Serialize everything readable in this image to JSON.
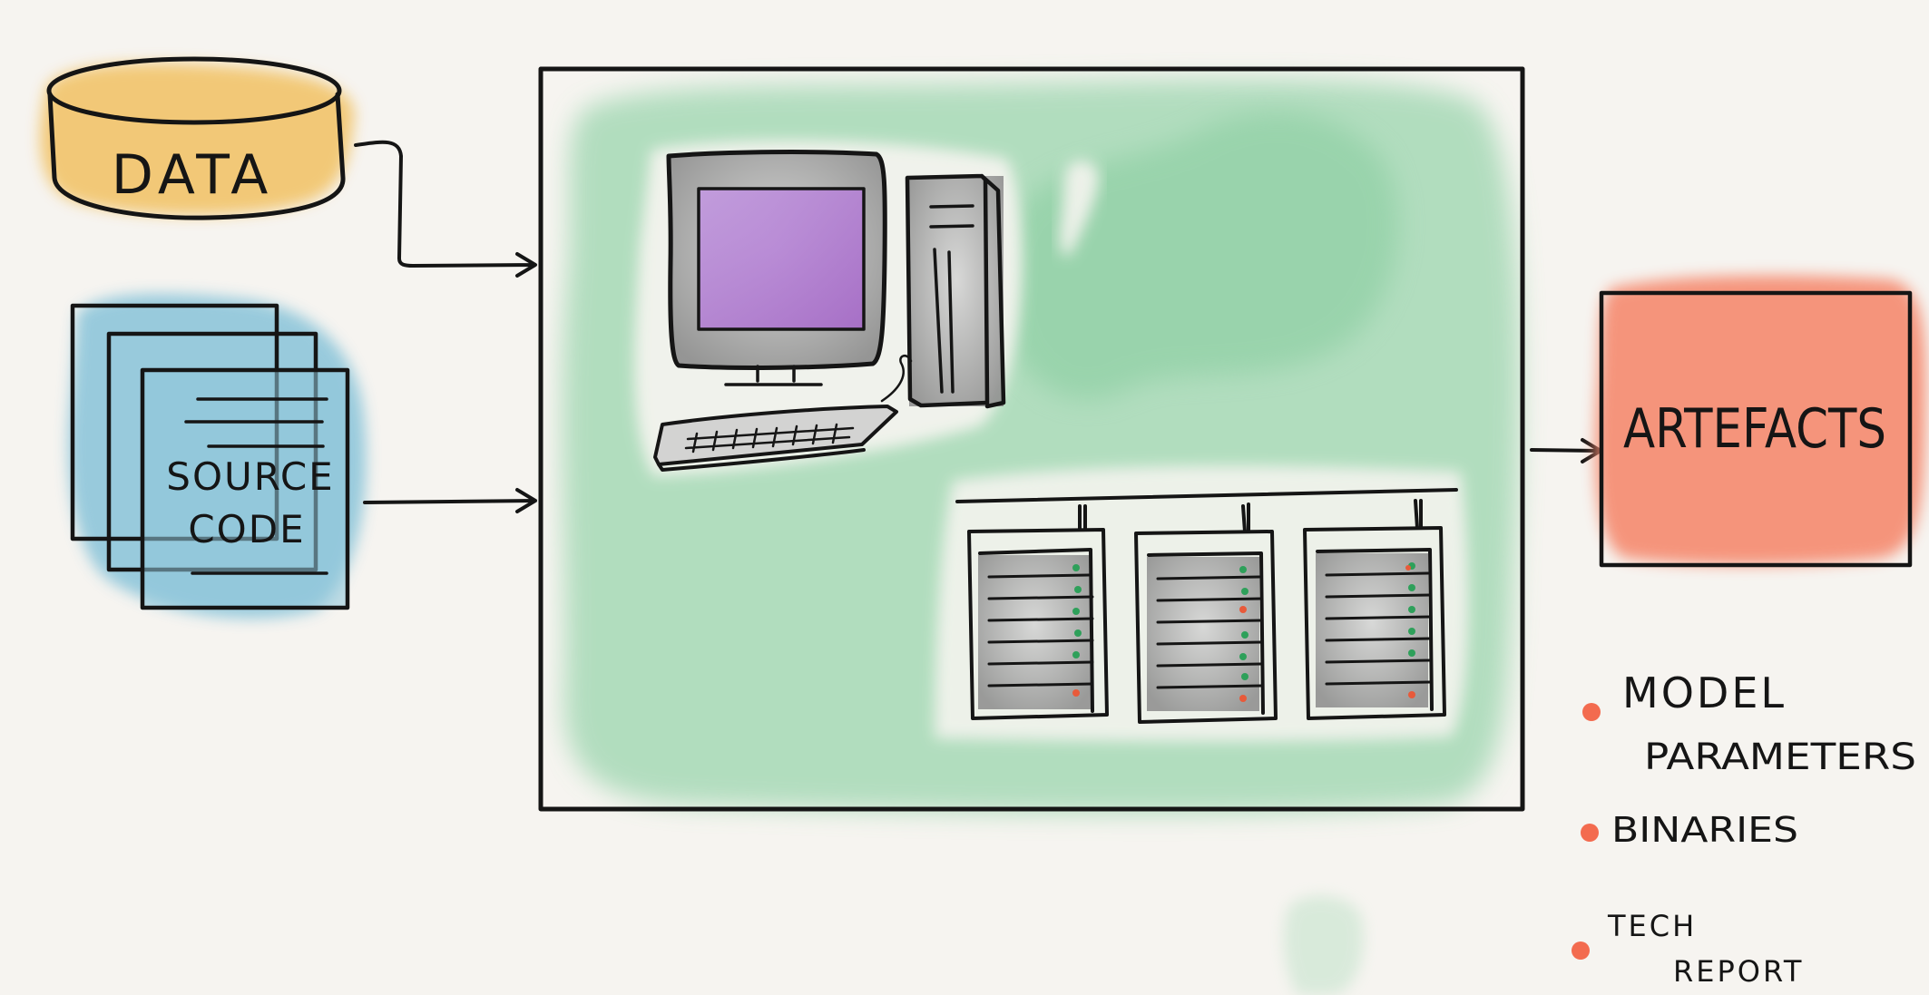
{
  "inputs": {
    "data_label": "DATA",
    "source_label_line1": "SOURCE",
    "source_label_line2": "CODE"
  },
  "output": {
    "artefacts_label": "ARTEFACTS"
  },
  "artefact_list": [
    {
      "line1": "MODEL",
      "line2": "PARAMETERS"
    },
    {
      "line1": "BINARIES",
      "line2": ""
    },
    {
      "line1": "TECH",
      "line2": "REPORT"
    }
  ],
  "colors": {
    "data_fill": "#f2c46b",
    "source_fill": "#8ec6da",
    "compute_fill": "#9fd4b1",
    "screen_fill": "#b784d3",
    "artefact_fill": "#f58c72",
    "bullet": "#f36b4f",
    "ink": "#151515"
  }
}
